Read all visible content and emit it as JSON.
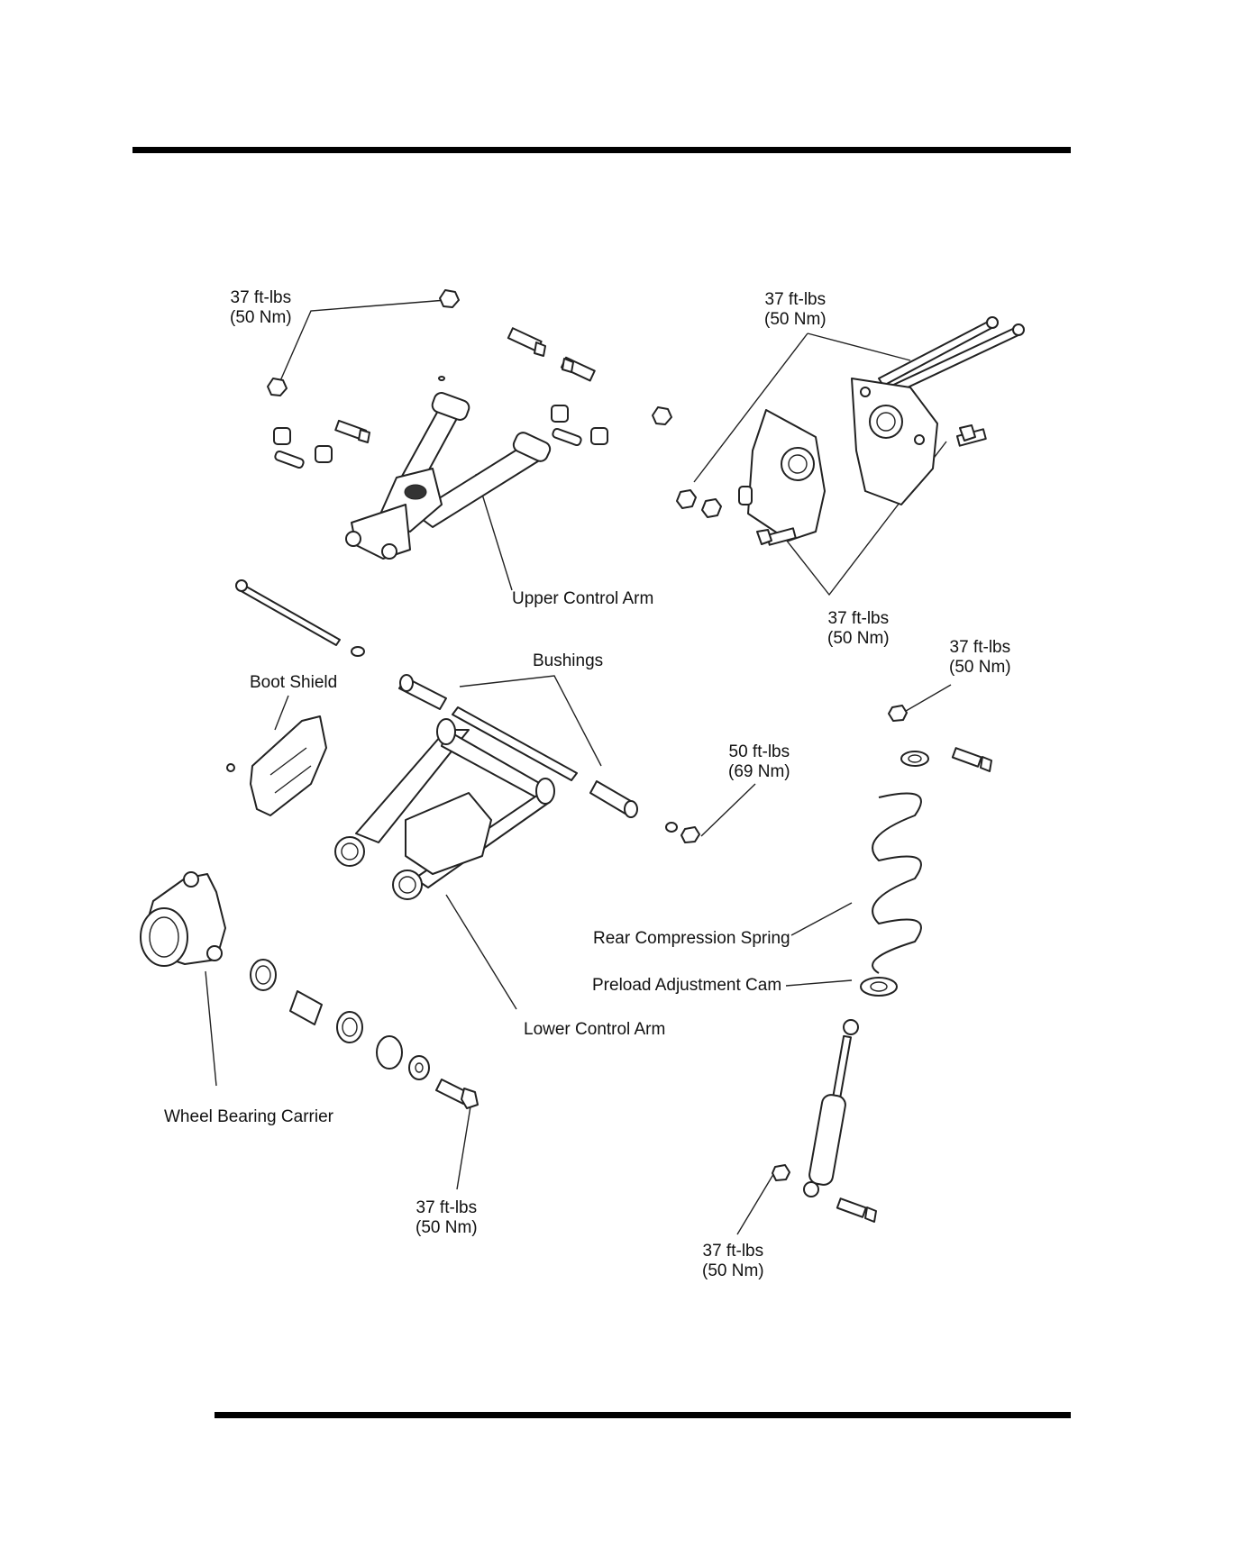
{
  "labels": {
    "torque_upper_left": {
      "line1": "37 ft-lbs",
      "line2": "(50 Nm)"
    },
    "torque_upper_right": {
      "line1": "37 ft-lbs",
      "line2": "(50 Nm)"
    },
    "torque_mid_right": {
      "line1": "37 ft-lbs",
      "line2": "(50 Nm)"
    },
    "torque_right": {
      "line1": "37 ft-lbs",
      "line2": "(50 Nm)"
    },
    "torque_lower_arm": {
      "line1": "50 ft-lbs",
      "line2": "(69 Nm)"
    },
    "torque_bottom_center": {
      "line1": "37 ft-lbs",
      "line2": "(50 Nm)"
    },
    "torque_bottom_right": {
      "line1": "37 ft-lbs",
      "line2": "(50 Nm)"
    },
    "upper_control_arm": "Upper Control Arm",
    "bushings": "Bushings",
    "boot_shield": "Boot Shield",
    "rear_compression_spring": "Rear Compression Spring",
    "preload_adjustment_cam": "Preload Adjustment Cam",
    "lower_control_arm": "Lower Control Arm",
    "wheel_bearing_carrier": "Wheel Bearing Carrier"
  }
}
